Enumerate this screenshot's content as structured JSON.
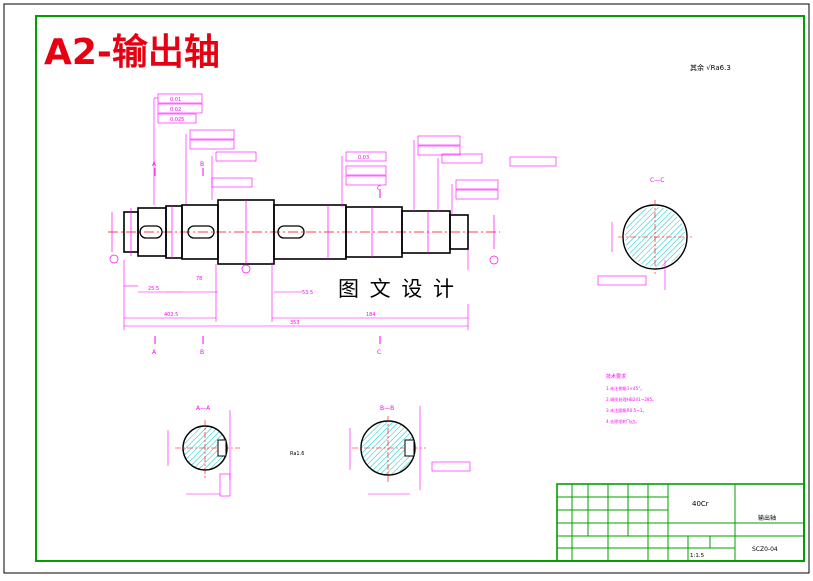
{
  "title_overlay": "A2-输出轴",
  "watermark": "图 文 设 计",
  "roughness_general": "其余 √Ra6.3",
  "section_labels": {
    "cc": "C—C",
    "aa": "A—A",
    "bb": "B—B",
    "a": "A",
    "b": "B",
    "c": "C"
  },
  "tolerance_values": [
    "0.01",
    "0.02",
    "0.025",
    "0.03"
  ],
  "dimensions": {
    "d1": "25.5",
    "d2": "78",
    "d3": "53.5",
    "d4": "402.5",
    "d5": "353",
    "d6": "184"
  },
  "tech_requirements_title": "技术要求",
  "tech_requirements": [
    "1.未注倒角1×45°。",
    "2.调质处理HB241~285。",
    "3.未注圆角R0.5~1。",
    "4.去除毛刺飞边。"
  ],
  "title_block": {
    "material": "40Cr",
    "part_name": "输出轴",
    "drawing_no": "SCZ0-04",
    "scale": "1:1.5"
  },
  "colors": {
    "border": "#00a000",
    "drawing": "#000000",
    "dims": "#ff00ff",
    "center": "#ff0000",
    "hatch": "#00c8c8",
    "overlay": "#e60012"
  }
}
